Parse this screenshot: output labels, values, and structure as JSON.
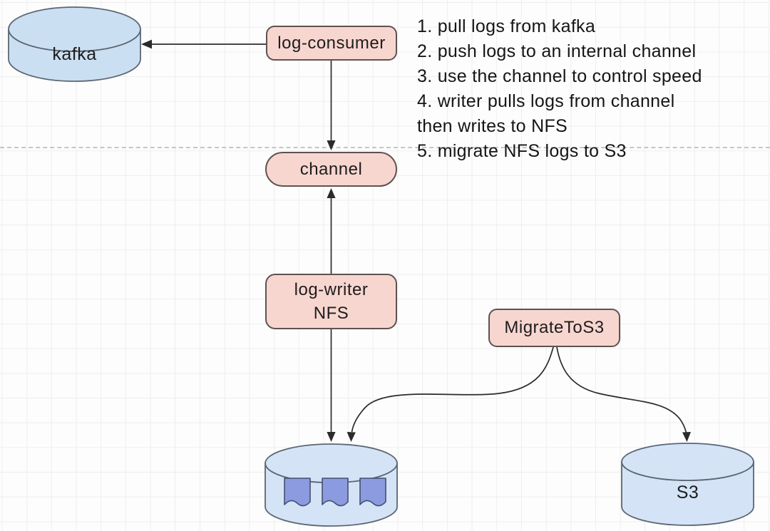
{
  "nodes": {
    "kafka": {
      "label": "kafka",
      "type": "cylinder",
      "fill": "#cbdff2"
    },
    "log_consumer": {
      "label": "log-consumer",
      "type": "rounded-box",
      "fill": "#f8d6d0"
    },
    "channel": {
      "label": "channel",
      "type": "pill",
      "fill": "#f8d6d0"
    },
    "log_writer": {
      "line1": "log-writer",
      "line2": "NFS",
      "type": "rounded-box",
      "fill": "#f8d6d0"
    },
    "migrate_to_s3": {
      "label": "MigrateToS3",
      "type": "rounded-box",
      "fill": "#f8d6d0"
    },
    "nfs_store": {
      "label": "",
      "type": "cylinder",
      "fill": "#d4e4f6",
      "document_icons": 3
    },
    "s3": {
      "label": "S3",
      "type": "cylinder",
      "fill": "#d4e4f6"
    }
  },
  "edges": [
    {
      "from": "log-consumer",
      "to": "kafka"
    },
    {
      "from": "log-consumer",
      "to": "channel"
    },
    {
      "from": "log-writer NFS",
      "to": "channel"
    },
    {
      "from": "log-writer NFS",
      "to": "NFS store"
    },
    {
      "from": "MigrateToS3",
      "to": "NFS store"
    },
    {
      "from": "MigrateToS3",
      "to": "S3"
    }
  ],
  "notes": {
    "lines": [
      "1. pull logs from kafka",
      "2. push logs to an internal channel",
      "3. use the channel to control speed",
      "4. writer pulls logs from channel",
      "then writes to NFS",
      "5. migrate NFS logs to S3"
    ]
  },
  "colors": {
    "blue_fill_kafka": "#cbdff2",
    "blue_fill_store": "#d4e4f6",
    "blue_stroke": "#5c6673",
    "pink_fill": "#f8d6d0",
    "pink_stroke": "#5e5250",
    "document_fill": "#8c9bdf",
    "document_stroke": "#434f72",
    "arrow": "#2b2b2b",
    "grid_line": "#eeeeee",
    "page_divider": "#c6c6c6",
    "background": "#fdfdfd",
    "text": "#1d1d1d"
  }
}
